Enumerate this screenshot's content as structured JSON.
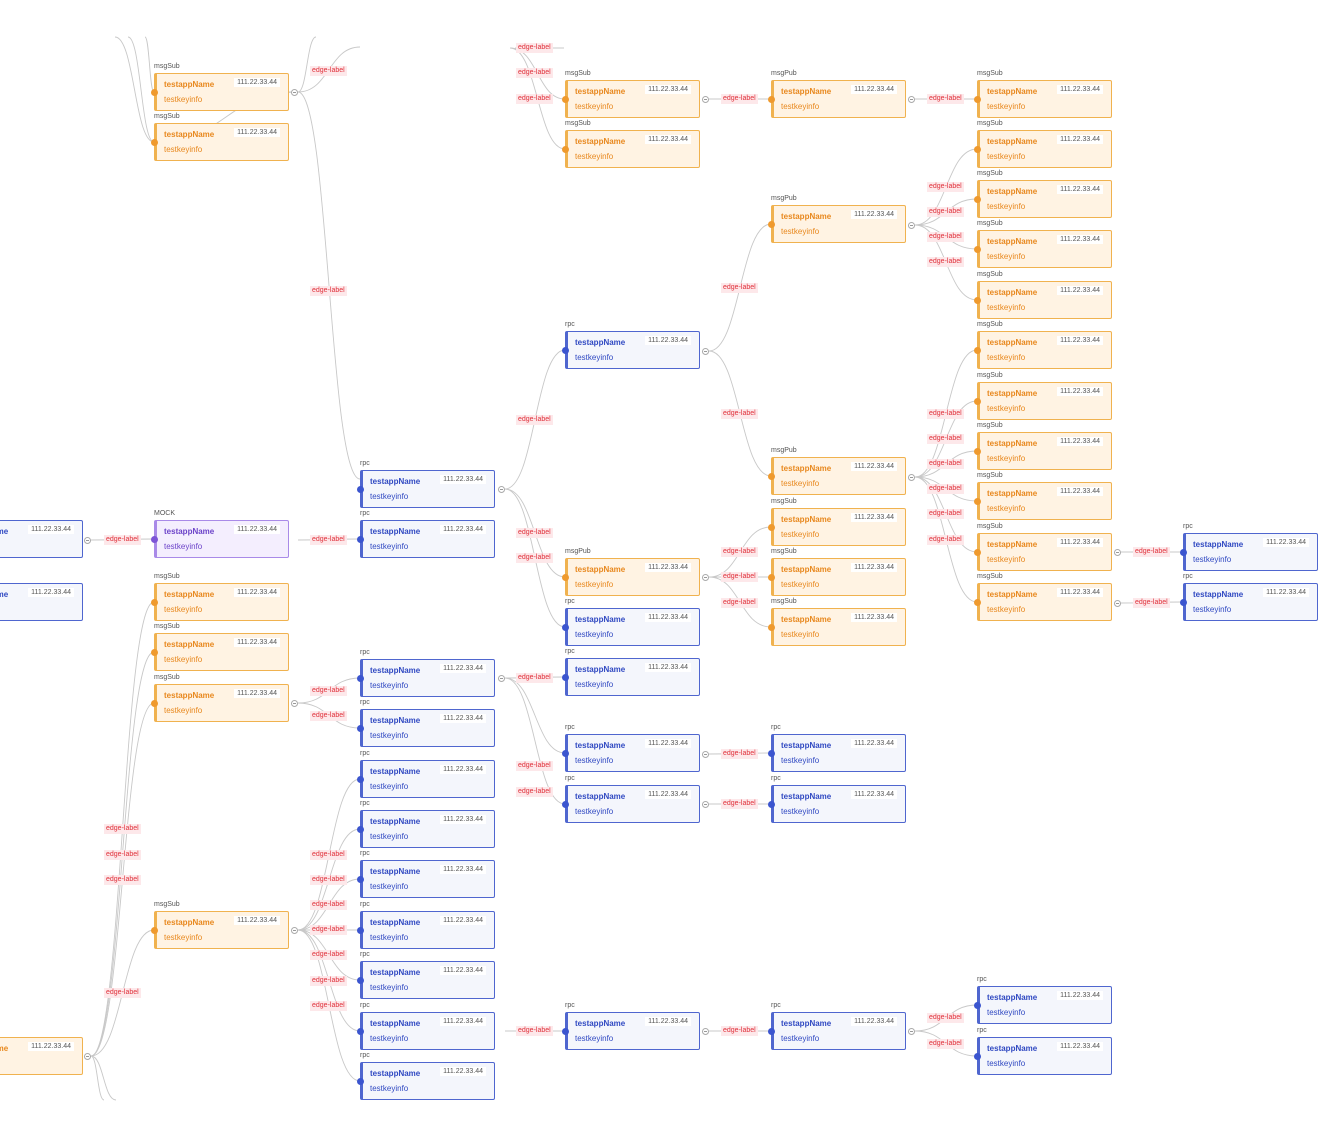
{
  "node_name": "testappName",
  "node_key": "testkeyinfo",
  "node_ip": "111.22.33.44",
  "edge_label": "edge-label",
  "types": {
    "msgSub": "msgSub",
    "msgPub": "msgPub",
    "rpc": "rpc",
    "mock": "MOCK"
  },
  "colors": {
    "orange_border": "#f0b24f",
    "orange_fill": "#fff3e3",
    "orange_text": "#e8881e",
    "blue_border": "#4f66cf",
    "blue_fill": "#f4f6fc",
    "blue_text": "#3049c2",
    "purple_border": "#a98ae8",
    "purple_fill": "#f4eefe",
    "purple_text": "#6c43c9",
    "edge_label_text": "#e0303a",
    "edge_label_fill": "#fde8ea",
    "edge_line": "#c8c8c8"
  }
}
